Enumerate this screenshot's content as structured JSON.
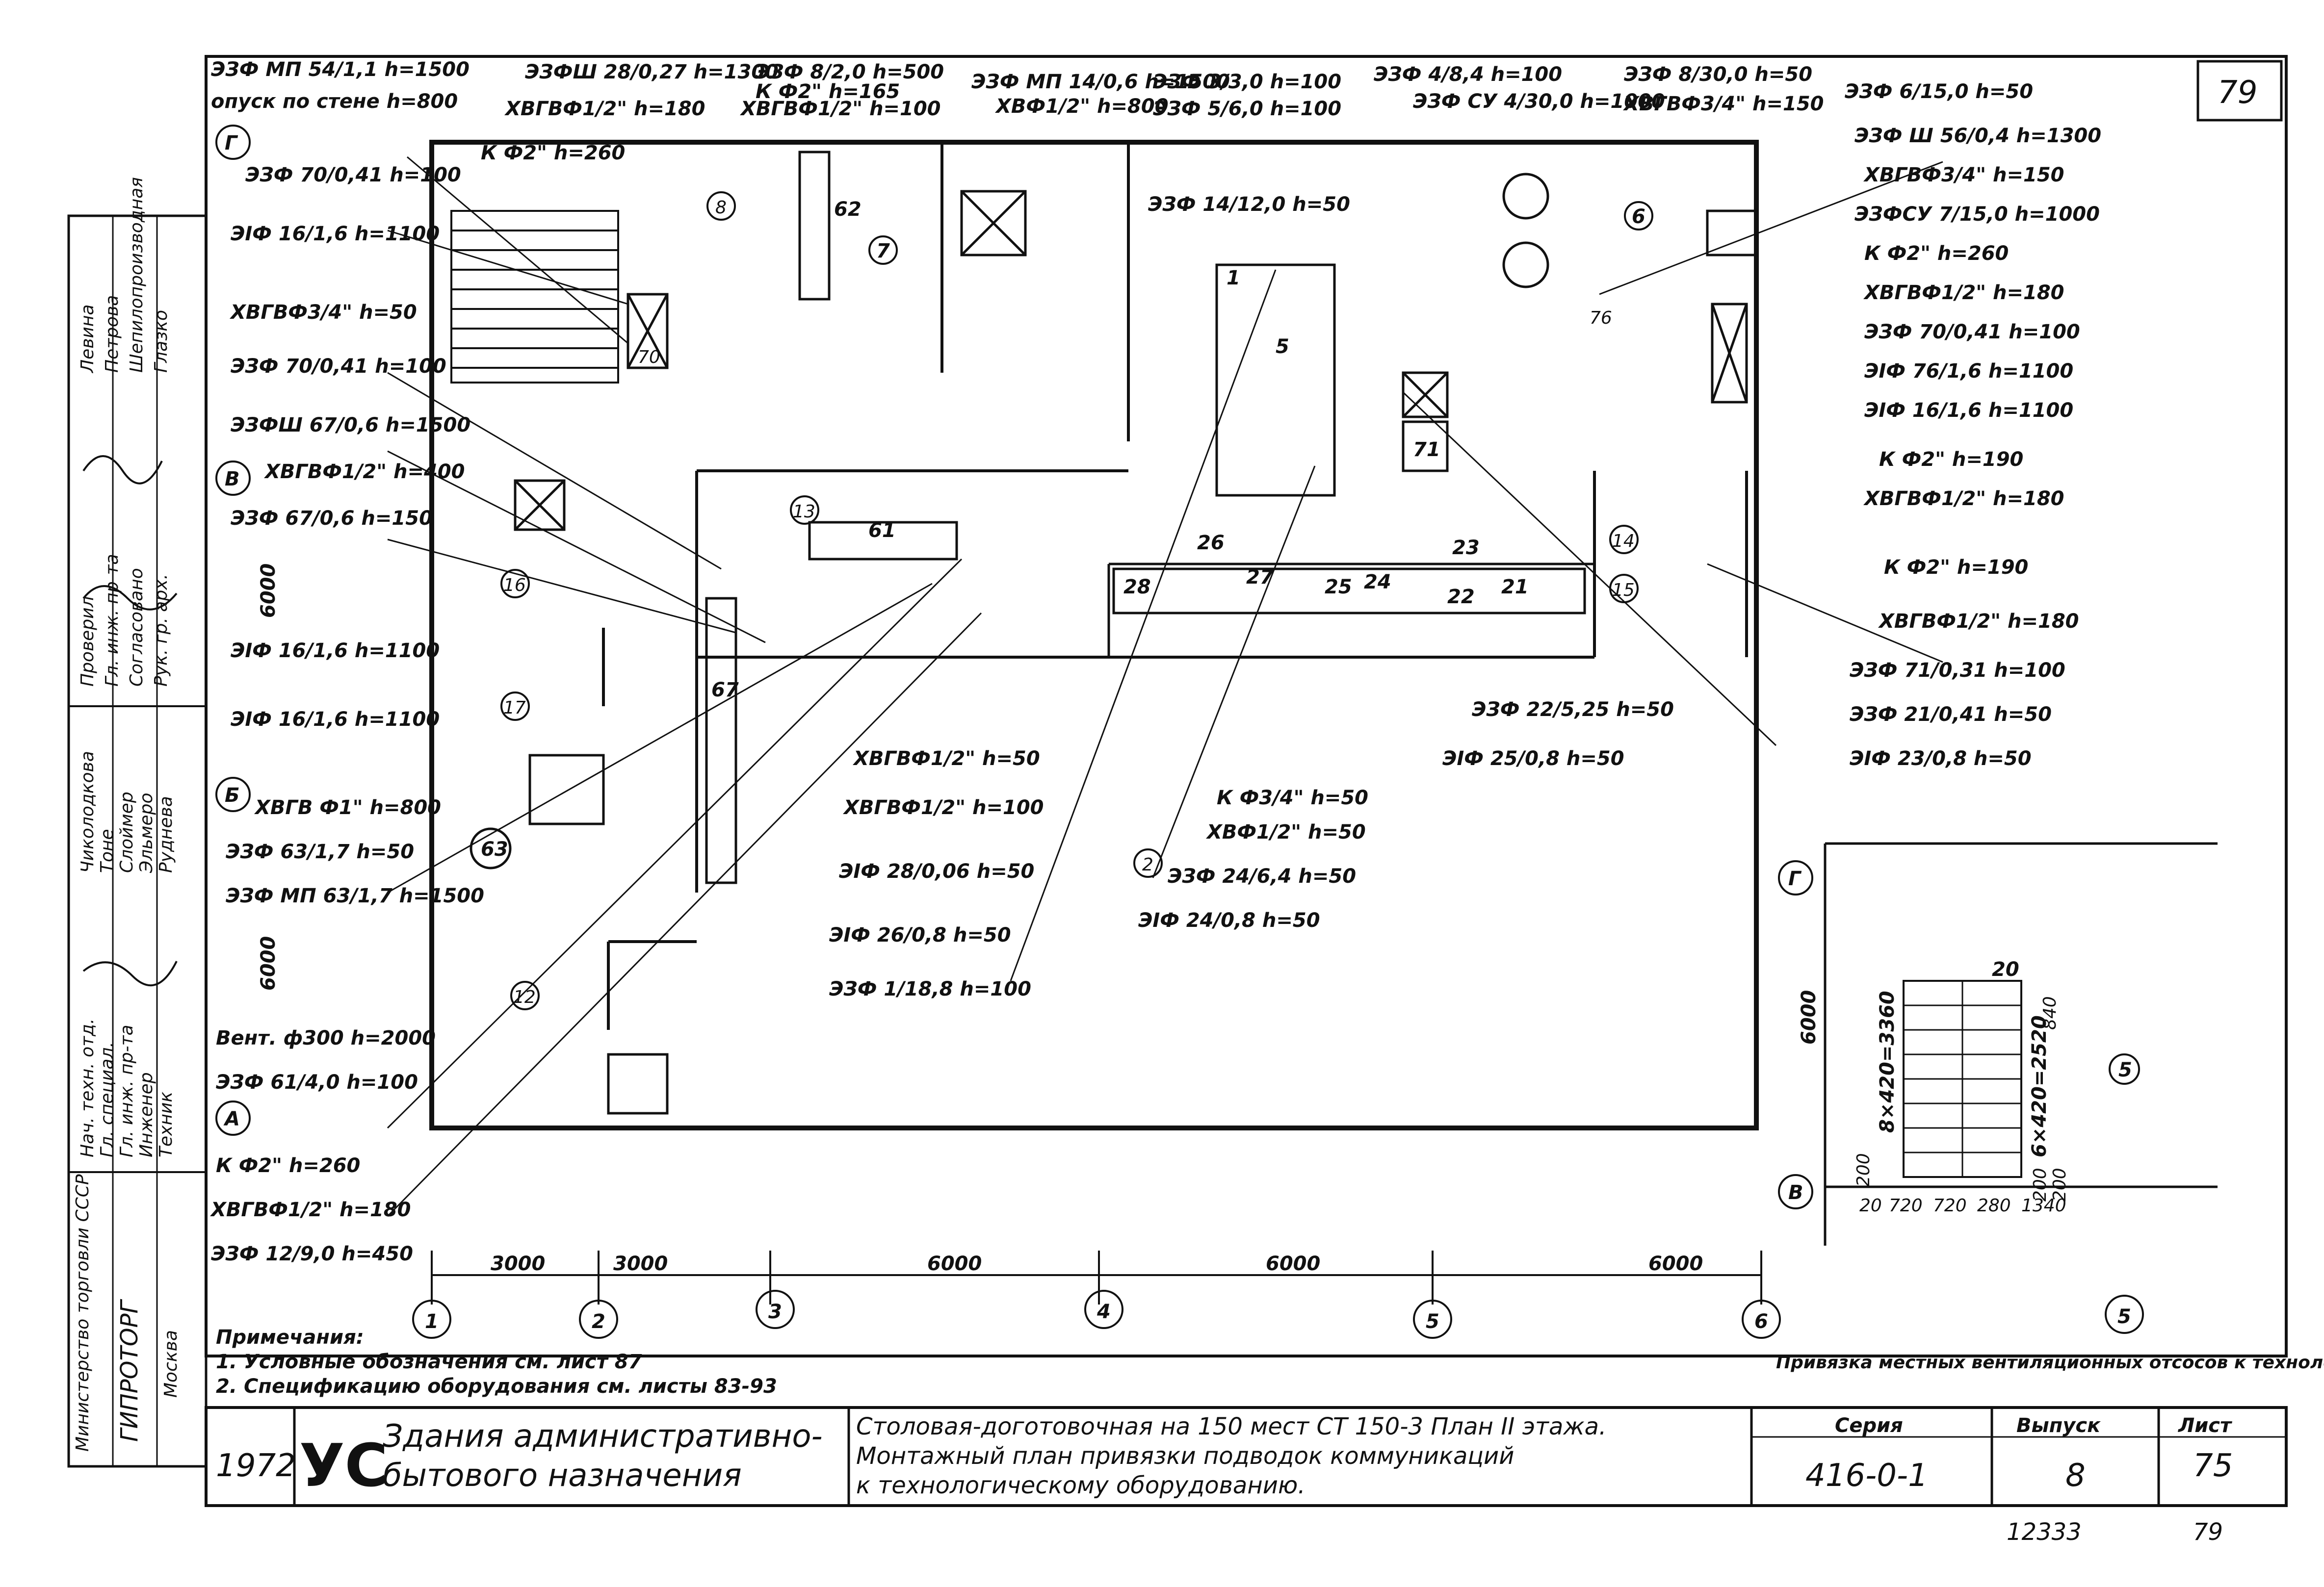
{
  "sheet_number_top": "79",
  "sheet_number_bottom": "79",
  "inventory_number": "12333",
  "left_annotations": [
    "ЭЗФ МП 54/1,1 h=1500",
    "опуск по стене h=800",
    "ЭЗФ 70/0,41 h=100",
    "ЭIФ 16/1,6 h=1100",
    "ХВГВФ3/4\" h=50",
    "ЭЗФ 70/0,41 h=100",
    "ЭЗФШ 67/0,6 h=1500",
    "ХВГВФ1/2\" h=400",
    "ЭЗФ 67/0,6 h=150",
    "ЭIФ 16/1,6 h=1100",
    "ЭIФ 16/1,6 h=1100",
    "ХВГВ Ф1\" h=800",
    "ЭЗФ 63/1,7 h=50",
    "ЭЗФ МП 63/1,7 h=1500",
    "Вент. ф300 h=2000",
    "ЭЗФ 61/4,0 h=100",
    "К Ф2\" h=260",
    "ХВГВФ1/2\" h=180",
    "ЭЗФ 12/9,0 h=450"
  ],
  "right_annotations": [
    "ЭЗФ 6/15,0 h=50",
    "ЭЗФ Ш 56/0,4 h=1300",
    "ХВГВФ3/4\" h=150",
    "ЭЗФСУ 7/15,0 h=1000",
    "К Ф2\" h=260",
    "ХВГВФ1/2\" h=180",
    "ЭЗФ 70/0,41 h=100",
    "ЭIФ 76/1,6 h=1100",
    "ЭIФ 16/1,6 h=1100",
    "К Ф2\" h=190",
    "ХВГВФ1/2\" h=180",
    "К Ф2\" h=190",
    "ХВГВФ1/2\" h=180",
    "ЭЗФ 71/0,31 h=100",
    "ЭЗФ 21/0,41 h=50",
    "ЭIФ 23/0,8 h=50"
  ],
  "top_annotations": [
    "ЭЗФШ 28/0,27 h=1300",
    "ХВГВФ1/2\" h=180",
    "ЭЗФ 8/2,0 h=500",
    "К Ф2\" h=165",
    "ХВГВФ1/2\" h=100",
    "ЭЗФ МП 14/0,6 h=1500",
    "ХВФ1/2\" h=800",
    "ЭЗФ 3/3,0 h=100",
    "ЭЗФ 5/6,0 h=100",
    "ЭЗФ 14/12,0 h=50",
    "ЭЗФ 4/8,4 h=100",
    "ЭЗФ СУ 4/30,0 h=1000",
    "ЭЗФ 8/30,0 h=50",
    "ХВГВФ3/4\" h=150",
    "К Ф2\" h=260"
  ],
  "center_annotations": [
    "ХВГВФ1/2\" h=50",
    "ХВГВФ1/2\" h=100",
    "ЭIФ 28/0,06 h=50",
    "ЭIФ 26/0,8 h=50",
    "ЭЗФ 1/18,8 h=100",
    "К Ф3/4\" h=50",
    "ХВФ1/2\" h=50",
    "ЭЗФ 24/6,4 h=50",
    "ЭIФ 24/0,8 h=50",
    "ЭЗФ 22/5,25 h=50",
    "ЭIФ 25/0,8 h=50"
  ],
  "axis_markers": [
    "1",
    "2",
    "3",
    "4",
    "5",
    "6"
  ],
  "axis_dimensions": [
    "3000",
    "3000",
    "6000",
    "6000",
    "6000"
  ],
  "row_markers": [
    "Г",
    "В",
    "Б",
    "А"
  ],
  "row_dimensions": [
    "6000",
    "6000"
  ],
  "room_markers": [
    "7",
    "6",
    "13",
    "14",
    "15",
    "16",
    "17",
    "12",
    "8",
    "2"
  ],
  "equipment_labels": [
    "61",
    "62",
    "63",
    "67",
    "71",
    "21",
    "22",
    "23",
    "24",
    "25",
    "26",
    "27",
    "28",
    "1",
    "5",
    "70",
    "76"
  ],
  "notes": [
    "Примечания:",
    "1. Условные обозначения см. лист 87",
    "2. Спецификацию оборудования см. листы 83-93"
  ],
  "inset": {
    "axis_markers": [
      "Г",
      "В",
      "5"
    ],
    "height_dimension": "6000",
    "stair_label_1": "8×420=3360",
    "stair_label_2": "6×420=2520",
    "stair_number": "20",
    "bottom_dims": [
      "20",
      "720",
      "720",
      "280",
      "1340"
    ],
    "side_dims": [
      "200",
      "840",
      "200",
      "200"
    ],
    "caption": "Привязка местных вентиляционных отсосов к технологическому оборудованию"
  },
  "side_stamp": {
    "org_line_1": "Министерство торговли СССР",
    "org_line_2": "ГИПРОТОРГ",
    "org_line_3": "Москва",
    "roles": [
      "Нач. техн. отд.",
      "Гл. специал.",
      "Гл. инж. пр-та",
      "Инженер",
      "Техник"
    ],
    "roles_2": [
      "Проверил",
      "Гл. инж. пр-та",
      "Согласовано",
      "Рук. гр. арх."
    ],
    "names": [
      "Чиколодкова",
      "Тоне",
      "Слоймер",
      "Эльмеро",
      "Руднева"
    ],
    "names_2": [
      "Левина",
      "Петрова",
      "Шепилопроизводная",
      "Глазко"
    ]
  },
  "title_block": {
    "year": "1972",
    "series_code": "УС",
    "category_line_1": "Здания административно-",
    "category_line_2": "бытового назначения",
    "title_line_1": "Столовая-доготовочная на 150 мест СТ 150-3 План II этажа.",
    "title_line_2": "Монтажный план привязки подводок коммуникаций",
    "title_line_3": "к технологическому оборудованию.",
    "series_label": "Серия",
    "series_value": "416-0-1",
    "issue_label": "Выпуск",
    "issue_value": "8",
    "sheet_label": "Лист",
    "sheet_value": "75"
  }
}
